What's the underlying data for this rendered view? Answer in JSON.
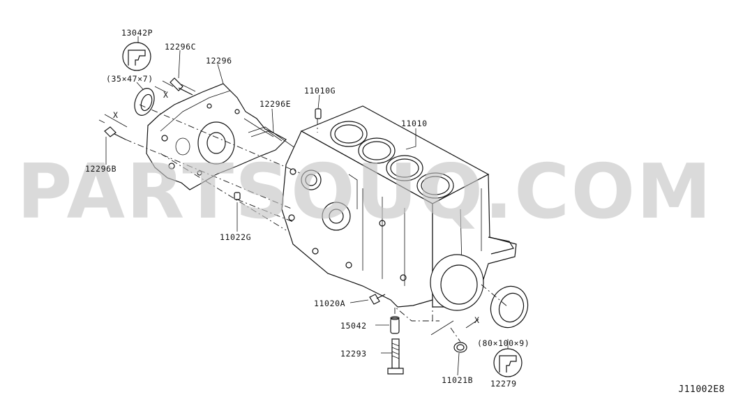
{
  "watermark": "PARTSOUQ.COM",
  "diagram_code": "J11002E8",
  "labels": {
    "p13042P": "13042P",
    "p13042P_size": "(35×47×7)",
    "p12296C": "12296C",
    "p12296": "12296",
    "p12296E": "12296E",
    "p11010G": "11010G",
    "p11010": "11010",
    "p12296B": "12296B",
    "p11022G": "11022G",
    "p11020A": "11020A",
    "p15042": "15042",
    "p12293": "12293",
    "p11021B": "11021B",
    "p12279": "12279",
    "p12279_size": "(80×100×9)",
    "x_mark": "X"
  }
}
